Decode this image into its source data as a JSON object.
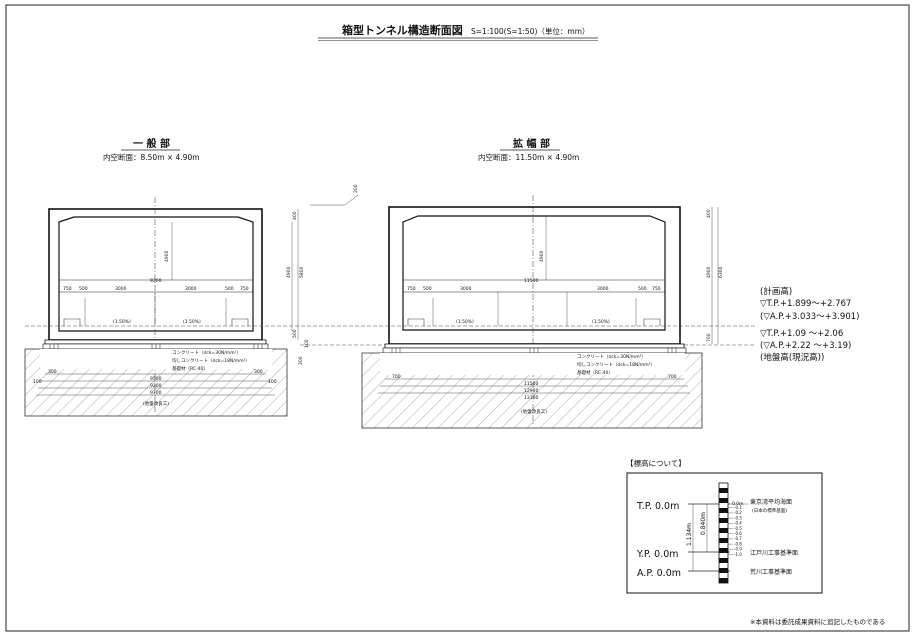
{
  "header": {
    "title": "箱型トンネル構造断面図",
    "scale": "S=1:100(S=1:50)（単位：mm）"
  },
  "sections": {
    "general": {
      "title": "一 般 部",
      "inner": "内空断面：8.50m × 4.90m",
      "dims": {
        "total_top": "9300",
        "seg_750a": "750",
        "seg_500a": "500",
        "seg_3000a": "3000",
        "seg_3000b": "3000",
        "seg_500b": "500",
        "seg_750b": "750",
        "height_4900": "4900",
        "height_5800": "5800",
        "top_400": "400",
        "bottom_500": "500",
        "bottom_100": "100",
        "bottom_200": "200",
        "slope_left": "(1.50%)",
        "slope_right": "(1.50%)",
        "base_300l": "300",
        "base_300r": "300",
        "base_9500": "9500",
        "base_9300": "9300",
        "base_9700": "9700",
        "base_100l": "100",
        "base_100r": "100",
        "roof_200": "200"
      },
      "notes": [
        "コンクリート（σck=30N/mm²）",
        "均しコンクリート（σck=18N/mm²）",
        "基礎材（RC-40）"
      ],
      "ground": "(地盤改良工)"
    },
    "widened": {
      "title": "拡 幅 部",
      "inner": "内空断面：11.50m × 4.90m",
      "dims": {
        "total_top": "11500",
        "seg_750a": "750",
        "seg_500a": "500",
        "seg_3000a": "3000",
        "seg_3000b": "3000",
        "seg_500b": "500",
        "seg_750b": "750",
        "height_4900": "4900",
        "height_6300": "6300",
        "top_400": "400",
        "bottom_700": "700",
        "slope_left": "(1.50%)",
        "slope_right": "(1.50%)",
        "base_700l": "700",
        "base_700r": "700",
        "base_11500": "11500",
        "base_12900": "12900",
        "base_13100": "13100"
      },
      "notes": [
        "コンクリート（σck=30N/mm²）",
        "均しコンクリート（σck=18N/mm²）",
        "基礎材（RC-40）"
      ],
      "ground": "(地盤改良工)"
    }
  },
  "elevations": {
    "plan_label": "(計画高)",
    "tp_plan": "▽T.P.+1.899～+2.767",
    "ap_plan": "(▽A.P.+3.033～+3.901)",
    "tp_ground": "▽T.P.+1.09 ～+2.06",
    "ap_ground": "(▽A.P.+2.22 ～+3.19)",
    "ground_label": "(地盤高(現況高))"
  },
  "legend": {
    "title": "【標高について】",
    "tp": "T.P.  0.0m",
    "yp": "Y.P.  0.0m",
    "ap": "A.P.  0.0m",
    "ruler_top": "0.0m",
    "ticks": [
      "-0.1",
      "-0.2",
      "-0.3",
      "-0.4",
      "-0.5",
      "-0.6",
      "-0.7",
      "-0.8",
      "-0.9",
      "-1.0"
    ],
    "d1134": "1.134m",
    "d0840": "0.840m",
    "tp_desc": "東京湾平均海面",
    "tp_sub": "(日本の標準基面)",
    "yp_desc": "江戸川工事基準面",
    "ap_desc": "荒川工事基準面"
  },
  "footer": {
    "note": "※本資料は委託成果資料に追記したものである"
  }
}
